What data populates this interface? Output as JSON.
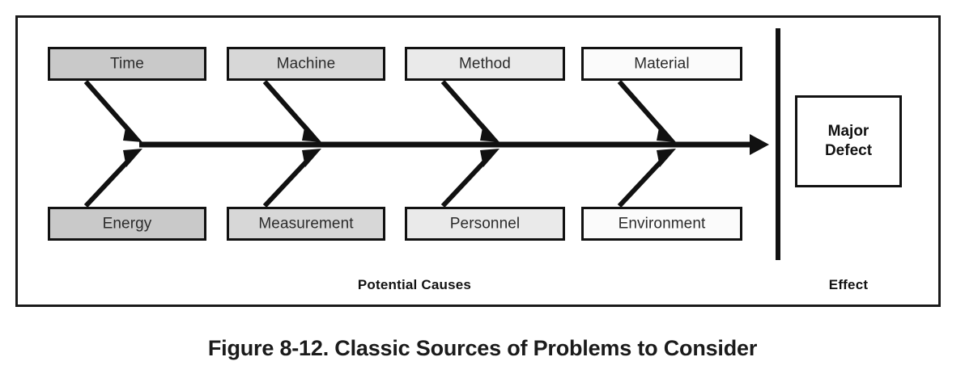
{
  "figure": {
    "caption": "Figure 8-12. Classic Sources of Problems to Consider",
    "type": "fishbone-ishikawa-cause-and-effect-diagram"
  },
  "diagram": {
    "section_labels": {
      "causes": "Potential Causes",
      "effect": "Effect"
    },
    "effect_box": {
      "line1": "Major",
      "line2": "Defect"
    },
    "top_causes": [
      {
        "label": "Time",
        "fill": "#c9c9c9"
      },
      {
        "label": "Machine",
        "fill": "#d7d7d7"
      },
      {
        "label": "Method",
        "fill": "#eaeaea"
      },
      {
        "label": "Material",
        "fill": "#fbfbfb"
      }
    ],
    "bottom_causes": [
      {
        "label": "Energy",
        "fill": "#c9c9c9"
      },
      {
        "label": "Measurement",
        "fill": "#d7d7d7"
      },
      {
        "label": "Personnel",
        "fill": "#eaeaea"
      },
      {
        "label": "Environment",
        "fill": "#fbfbfb"
      }
    ],
    "colors": {
      "line": "#111111",
      "frame": "#1a1a1a",
      "box_border": "#111111",
      "text": "#2b2b2b",
      "background": "#ffffff"
    }
  }
}
